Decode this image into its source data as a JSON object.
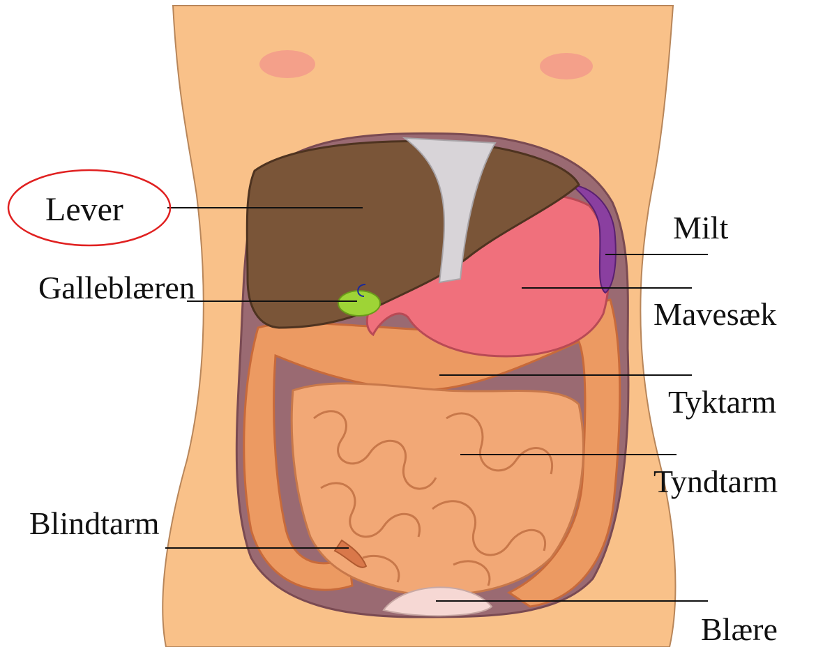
{
  "labels": {
    "lever": "Lever",
    "galdeblaere": "Galleblæren",
    "milt": "Milt",
    "mavesaek": "Mavesæk",
    "tyktarm": "Tyktarm",
    "tyndtarm": "Tyndtarm",
    "blindtarm": "Blindtarm",
    "blaere": "Blære"
  },
  "colors": {
    "skin": "#f9c189",
    "skin_edge": "#b8865a",
    "cavity": "#9a6a72",
    "liver": "#7a5538",
    "stomach": "#f0707c",
    "spleen": "#8a3fa0",
    "gallbladder": "#9ed436",
    "colon": "#ec9a62",
    "small_intestine": "#f2a876",
    "bladder": "#f6d8d4",
    "highlight_circle": "#e02020",
    "leader_line": "#111111"
  }
}
